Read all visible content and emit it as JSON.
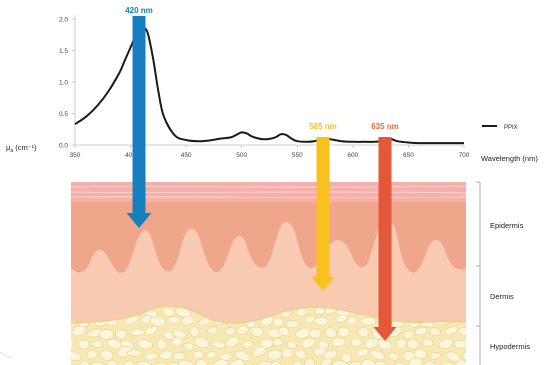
{
  "chart_data": {
    "type": "line",
    "series": [
      {
        "name": "PPIX",
        "x": [
          350,
          360,
          370,
          380,
          390,
          395,
          400,
          405,
          408,
          410,
          415,
          420,
          425,
          430,
          440,
          450,
          460,
          470,
          480,
          490,
          495,
          500,
          505,
          510,
          520,
          530,
          535,
          540,
          545,
          550,
          560,
          565,
          570,
          575,
          580,
          590,
          600,
          610,
          620,
          625,
          630,
          635,
          640,
          650,
          660,
          680,
          700
        ],
        "y": [
          0.33,
          0.45,
          0.62,
          0.85,
          1.15,
          1.35,
          1.55,
          1.75,
          1.85,
          1.88,
          1.8,
          1.4,
          0.85,
          0.45,
          0.15,
          0.08,
          0.06,
          0.07,
          0.1,
          0.12,
          0.16,
          0.2,
          0.18,
          0.13,
          0.09,
          0.12,
          0.17,
          0.16,
          0.1,
          0.06,
          0.05,
          0.06,
          0.08,
          0.1,
          0.09,
          0.06,
          0.05,
          0.05,
          0.05,
          0.06,
          0.08,
          0.09,
          0.06,
          0.04,
          0.03,
          0.03,
          0.03
        ]
      }
    ],
    "xlim": [
      350,
      700
    ],
    "ylim": [
      0,
      2.0
    ],
    "xticks": [
      "350",
      "400",
      "450",
      "500",
      "550",
      "600",
      "650",
      "700"
    ],
    "yticks": [
      "0.0",
      "0.5",
      "1.0",
      "1.5",
      "2.0"
    ],
    "xlabel": "Wavelength (nm)",
    "ylabel_main": "μ",
    "ylabel_sub": "a",
    "ylabel_unit": " (cm⁻¹)",
    "legend": "PPIX",
    "legend_position": "right",
    "grid": false
  },
  "arrows": [
    {
      "label": "420 nm",
      "color": "#1580bd",
      "label_color": "#1580bd"
    },
    {
      "label": "585 nm",
      "color": "#f9c11d",
      "label_color": "#f5c32a"
    },
    {
      "label": "635 nm",
      "color": "#e4583a",
      "label_color": "#e86a3c"
    }
  ],
  "layers": {
    "epidermis": "Epidermis",
    "dermis": "Dermis",
    "hypodermis": "Hypodermis"
  },
  "colors": {
    "stratum_corneum": "#f6b0aa",
    "epidermis": "#f0a68a",
    "dermis": "#f8cab2",
    "hypodermis": "#f8e8b4",
    "fat_cells": "#fdf6dc",
    "fat_line": "#e9d189",
    "curve": "#1a1a1a"
  }
}
